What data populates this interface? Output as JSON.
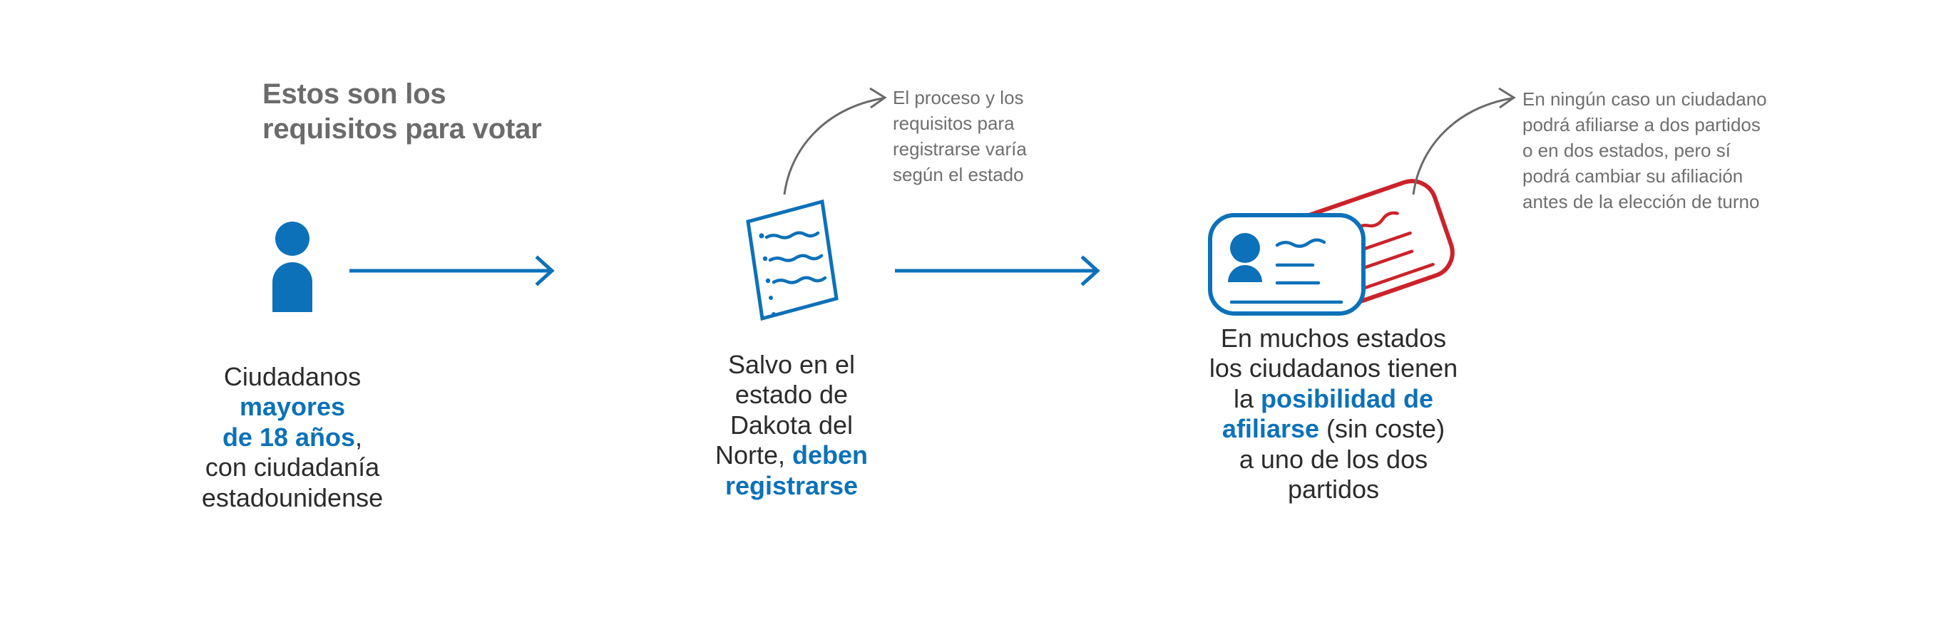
{
  "header": {
    "title_line_1": "Estos son los",
    "title_line_2": "requisitos para votar"
  },
  "colors": {
    "blue": "#0c71b9",
    "red": "#cc2229",
    "title_gray": "#6b6b6b",
    "annotation_gray": "#6f6f6f",
    "caption_black": "#2b2b2b",
    "background": "#ffffff"
  },
  "steps": [
    {
      "id": "requisitos-ciudadania",
      "icon": "person-icon",
      "caption": {
        "part_1": "Ciudadanos",
        "highlight_1": "mayores",
        "highlight_2": "de 18 años",
        "part_2": ",",
        "part_3": "con ciudadanía",
        "part_4": "estadounidense"
      }
    },
    {
      "id": "registro",
      "icon": "document-icon",
      "caption": {
        "part_1": "Salvo en el",
        "part_2": "estado de",
        "part_3": "Dakota del",
        "part_4": "Norte, ",
        "highlight_1": "deben",
        "highlight_2": "registrarse"
      }
    },
    {
      "id": "afiliacion",
      "icon": "id-cards-icon",
      "caption": {
        "part_1": "En muchos estados",
        "part_2": "los ciudadanos tienen",
        "part_3": "la ",
        "highlight_1": "posibilidad de",
        "highlight_2": "afiliarse",
        "part_4": " (sin coste)",
        "part_5": "a uno de los dos",
        "part_6": "partidos"
      }
    }
  ],
  "annotations": [
    {
      "id": "annotation-registro",
      "line_1": "El proceso y los",
      "line_2": "requisitos para",
      "line_3": "registrarse varía",
      "line_4": "según el estado"
    },
    {
      "id": "annotation-afiliacion",
      "line_1": "En ningún caso un ciudadano",
      "line_2": "podrá afiliarse a dos partidos",
      "line_3": "o en dos estados, pero sí",
      "line_4": "podrá cambiar su afiliación",
      "line_5": "antes de la elección de turno"
    }
  ],
  "connectors": [
    {
      "id": "connector-step1-step2",
      "icon": "arrow-right-icon"
    },
    {
      "id": "connector-step2-step3",
      "icon": "arrow-right-icon"
    }
  ]
}
